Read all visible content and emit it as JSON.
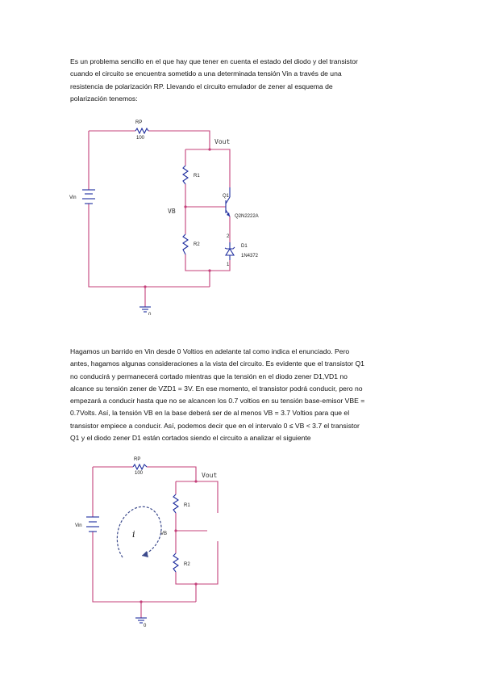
{
  "paragraph1": {
    "lines": [
      "Es un problema sencillo en el que hay que tener en cuenta el estado del diodo y del transistor",
      "cuando el circuito se encuentra sometido a una determinada tensión Vin a través de una",
      "resistencia de polarización RP. Llevando el circuito emulador de zener al esquema de",
      "polarización tenemos:"
    ]
  },
  "circuit1": {
    "rp_name": "RP",
    "rp_value": "100",
    "vout": "Vout",
    "r1": "R1",
    "q1": "Q1",
    "q1_model": "Q2N2222A",
    "vin": "Vin",
    "vb": "VB",
    "r2": "R2",
    "d1": "D1",
    "d1_model": "1N4372",
    "ground": "0",
    "pin2": "2",
    "pin1": "1"
  },
  "paragraph2": {
    "lines": [
      "Hagamos un barrido en Vin desde 0 Voltios en adelante tal como indica el enunciado. Pero",
      "antes, hagamos algunas consideraciones a la vista del circuito. Es evidente que el transistor Q1",
      "no conducirá y permanecerá cortado mientras que la tensión en el diodo zener D1,VD1 no",
      "alcance su tensión zener de VZD1 = 3V. En ese momento, el transistor podrá conducir, pero no",
      "empezará a conducir hasta que no se alcancen los 0.7 voltios en su tensión base-emisor VBE =",
      "0.7Volts. Así, la tensión VB en la base deberá ser de al menos VB = 3.7 Voltios para que el",
      "transistor empiece a conducir. Así, podemos decir que en el intervalo 0 ≤ VB < 3.7 el transistor",
      "Q1 y el diodo zener D1 están cortados siendo el circuito a analizar el siguiente"
    ]
  },
  "circuit2": {
    "rp_name": "RP",
    "rp_value": "100",
    "vout": "Vout",
    "r1": "R1",
    "vin": "Vin",
    "current": "i",
    "vb": "VB",
    "r2": "R2",
    "ground": "0"
  }
}
